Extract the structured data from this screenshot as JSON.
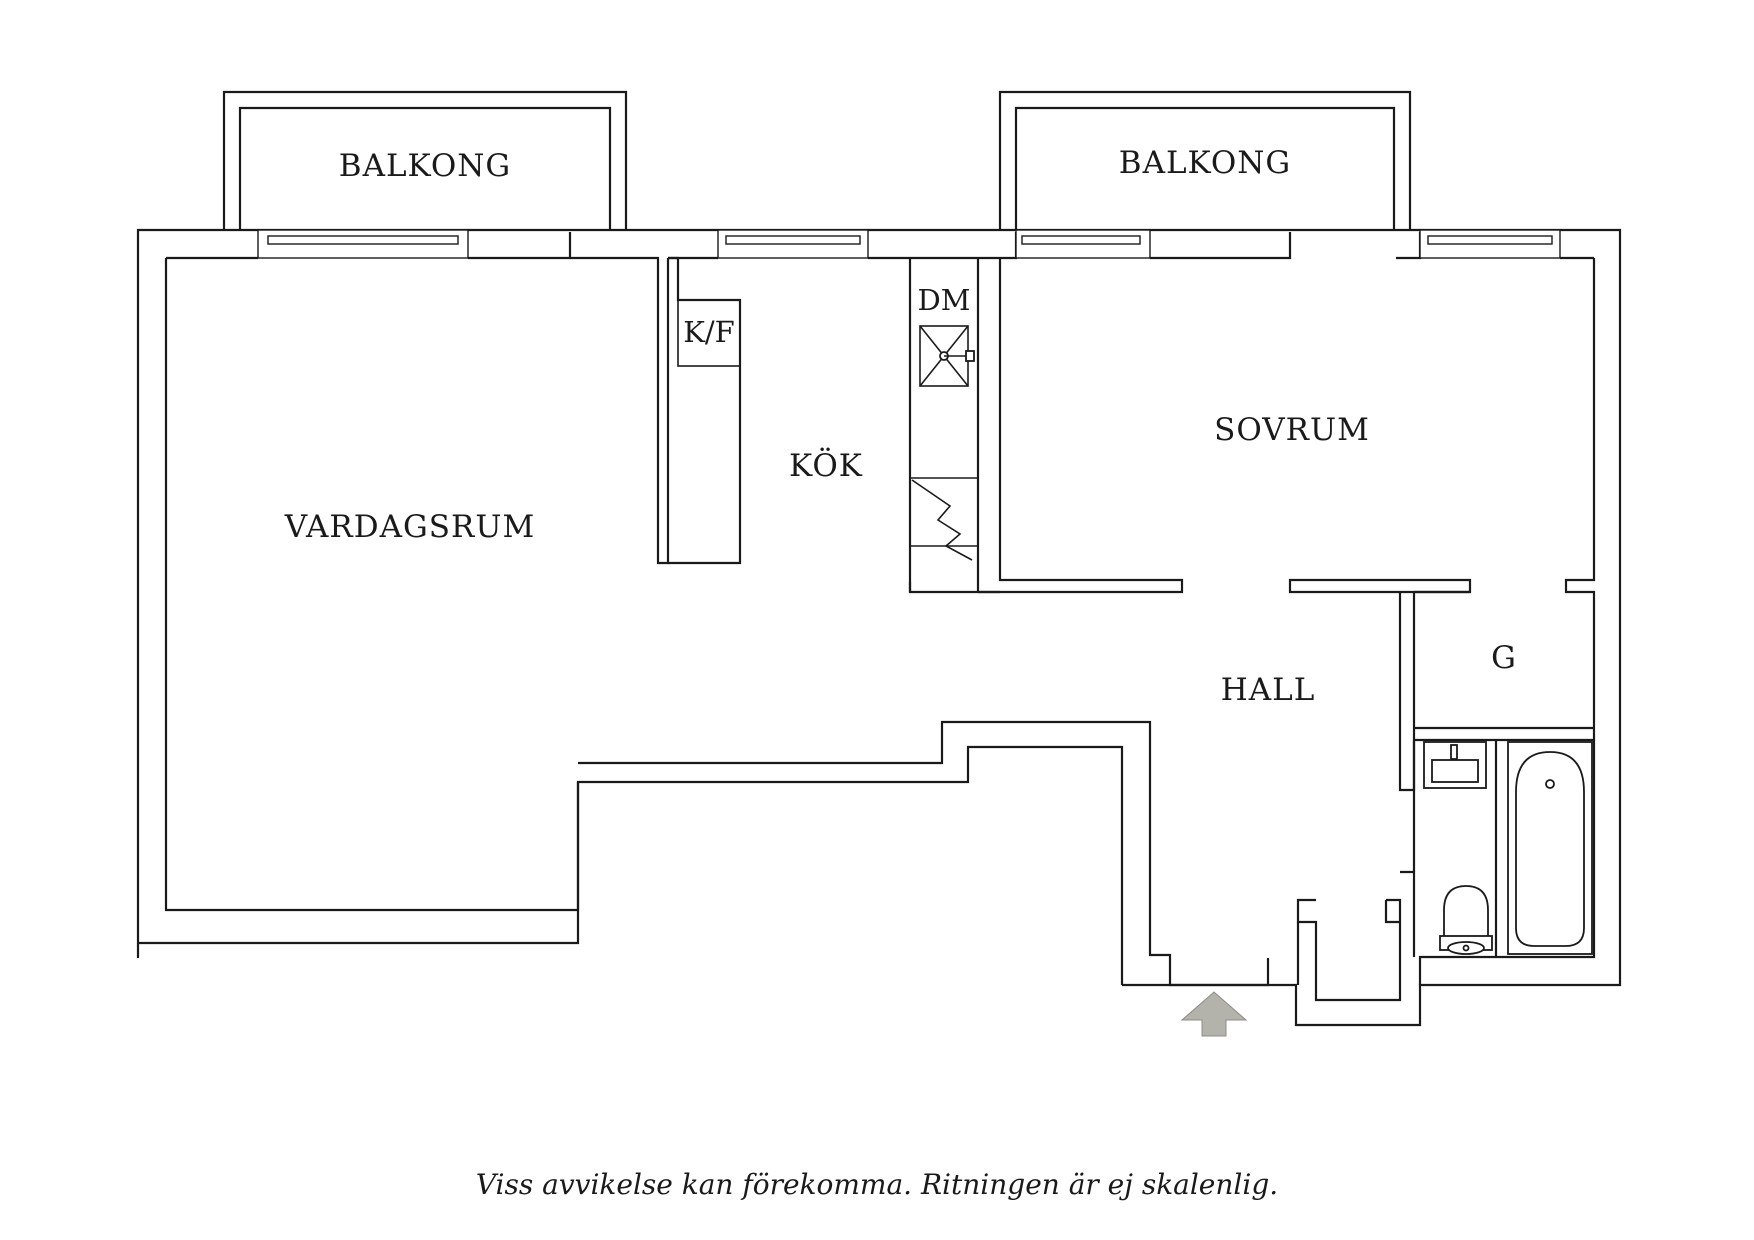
{
  "rooms": {
    "balkong_left": "BALKONG",
    "balkong_right": "BALKONG",
    "vardagsrum": "VARDAGSRUM",
    "kok": "KÖK",
    "kf": "K/F",
    "dm": "DM",
    "sovrum": "SOVRUM",
    "hall": "HALL",
    "g": "G"
  },
  "disclaimer": "Viss avvikelse kan förekomma. Ritningen är ej skalenlig.",
  "colors": {
    "line": "#1a1a1a",
    "entrance_arrow": "#b3b3ab",
    "background": "#ffffff"
  }
}
